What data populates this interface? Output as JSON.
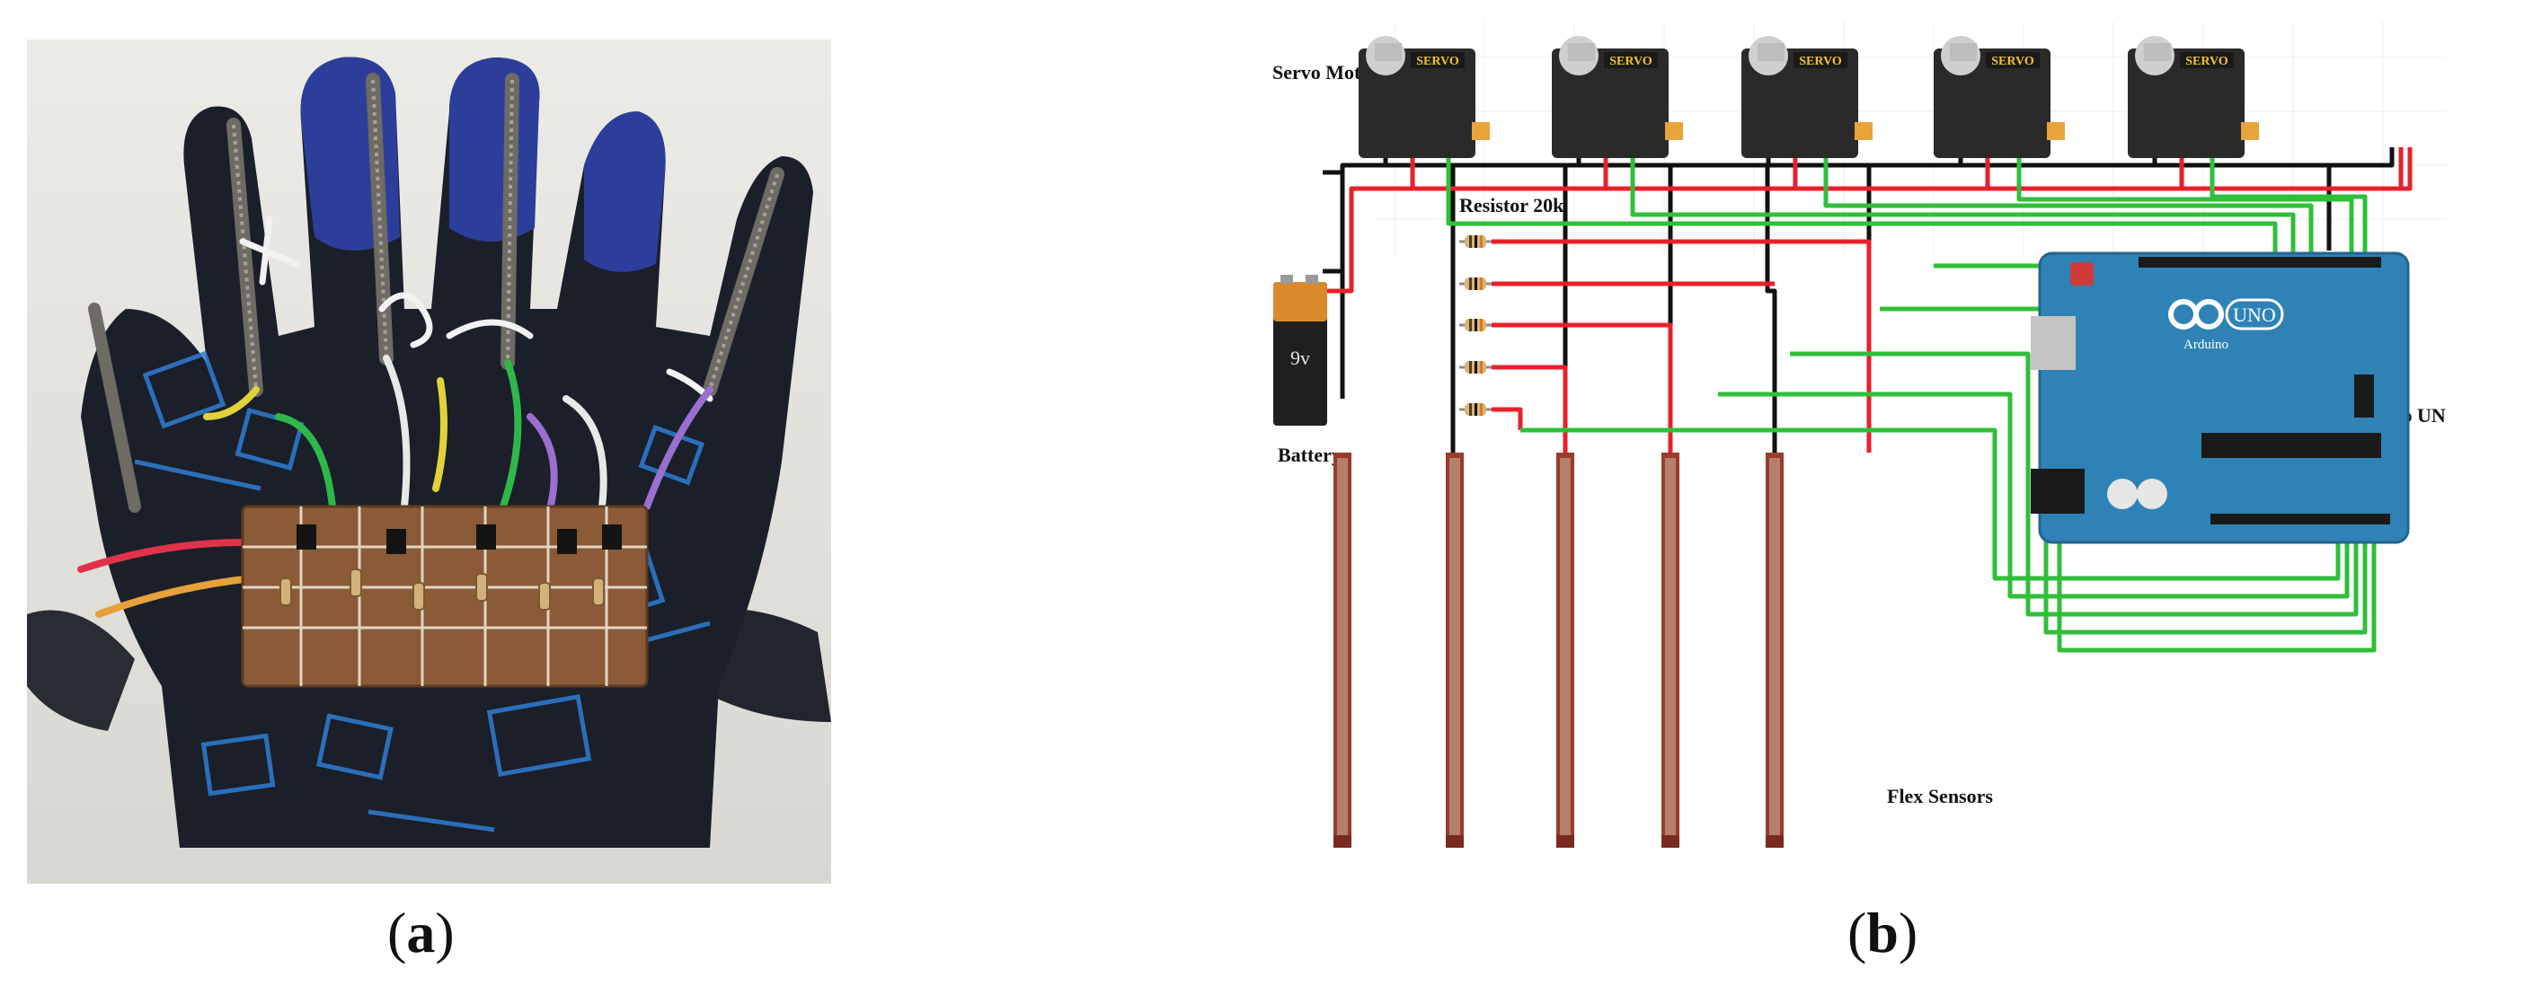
{
  "figure": {
    "panels": [
      {
        "id": "a",
        "caption_open": "(",
        "caption_letter": "a",
        "caption_close": ")"
      },
      {
        "id": "b",
        "caption_open": "(",
        "caption_letter": "b",
        "caption_close": ")"
      }
    ]
  },
  "schematic": {
    "label_servo": "Servo Motor",
    "label_resistor": "Resistor 20k",
    "label_battery": "Battery",
    "label_arduino": "Arduino UNO",
    "label_flex": "Flex Sensors",
    "battery_voltage": "9v",
    "servo_badge": "SERVO",
    "arduino_logo": "Arduino",
    "arduino_model": "UNO",
    "servo_count": 5,
    "resistor_count": 5,
    "flex_sensor_count": 5
  },
  "colors": {
    "wire_red": "#e8202a",
    "wire_black": "#111111",
    "wire_green": "#2fbf3a",
    "arduino_blue": "#2f82b5",
    "servo_body": "#2a2a2a",
    "servo_cap": "#cfcfcf",
    "flex_sensor": "#9b3b2b",
    "battery_top": "#d98a2b",
    "battery_body": "#1f1f1f",
    "glove_dark": "#1b1f2a",
    "glove_blue": "#2c3e9a",
    "board_brown": "#8b5a36"
  }
}
